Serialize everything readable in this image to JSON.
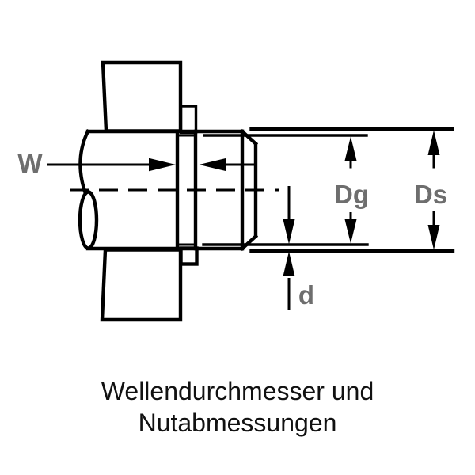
{
  "caption": {
    "line1": "Wellendurchmesser und",
    "line2": "Nutabmessungen"
  },
  "dimension_labels": {
    "groove_width": "W",
    "groove_diameter": "Dg",
    "shaft_diameter": "Ds",
    "groove_depth": "d"
  },
  "colors": {
    "line": "#000000",
    "dimension_label_gray": "#6e6e6e",
    "caption_text": "#111111",
    "background": "#ffffff"
  }
}
